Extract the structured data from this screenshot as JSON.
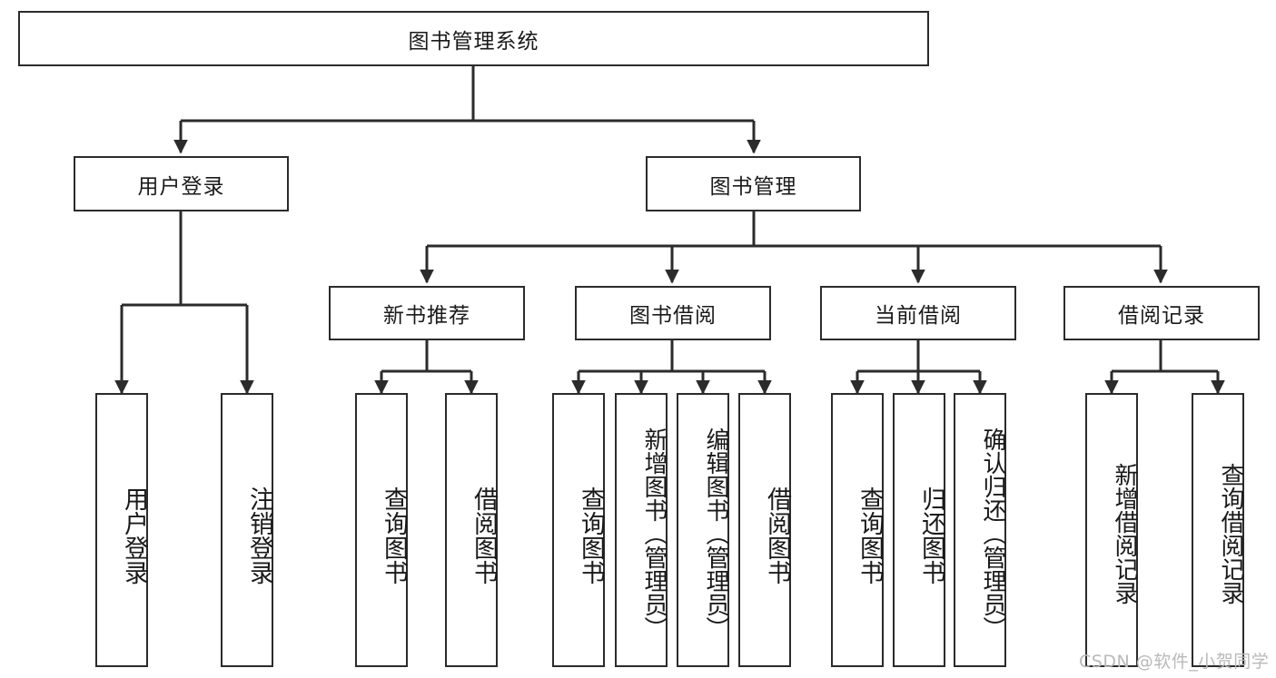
{
  "diagram": {
    "title": "图书管理系统",
    "type": "tree-hierarchy-diagram",
    "root": {
      "label": "图书管理系统"
    },
    "level1": [
      {
        "label": "用户登录"
      },
      {
        "label": "图书管理"
      }
    ],
    "level2": [
      {
        "label": "新书推荐"
      },
      {
        "label": "图书借阅"
      },
      {
        "label": "当前借阅"
      },
      {
        "label": "借阅记录"
      }
    ],
    "leaves": {
      "user_login": [
        {
          "label": "用户登录"
        },
        {
          "label": "注销登录"
        }
      ],
      "new_book_recommend": [
        {
          "label": "查询图书"
        },
        {
          "label": "借阅图书"
        }
      ],
      "book_borrow": [
        {
          "label": "查询图书"
        },
        {
          "label": "新增图书（管理员）"
        },
        {
          "label": "编辑图书（管理员）"
        },
        {
          "label": "借阅图书"
        }
      ],
      "current_borrow": [
        {
          "label": "查询图书"
        },
        {
          "label": "归还图书"
        },
        {
          "label": "确认归还（管理员）"
        }
      ],
      "borrow_record": [
        {
          "label": "新增借阅记录"
        },
        {
          "label": "查询借阅记录"
        }
      ]
    },
    "watermark": "CSDN @软件_小贺同学",
    "colors": {
      "stroke": "#2b2b2b",
      "background": "#ffffff",
      "text": "#1a1a1a",
      "watermark": "#b9b9b9"
    }
  }
}
